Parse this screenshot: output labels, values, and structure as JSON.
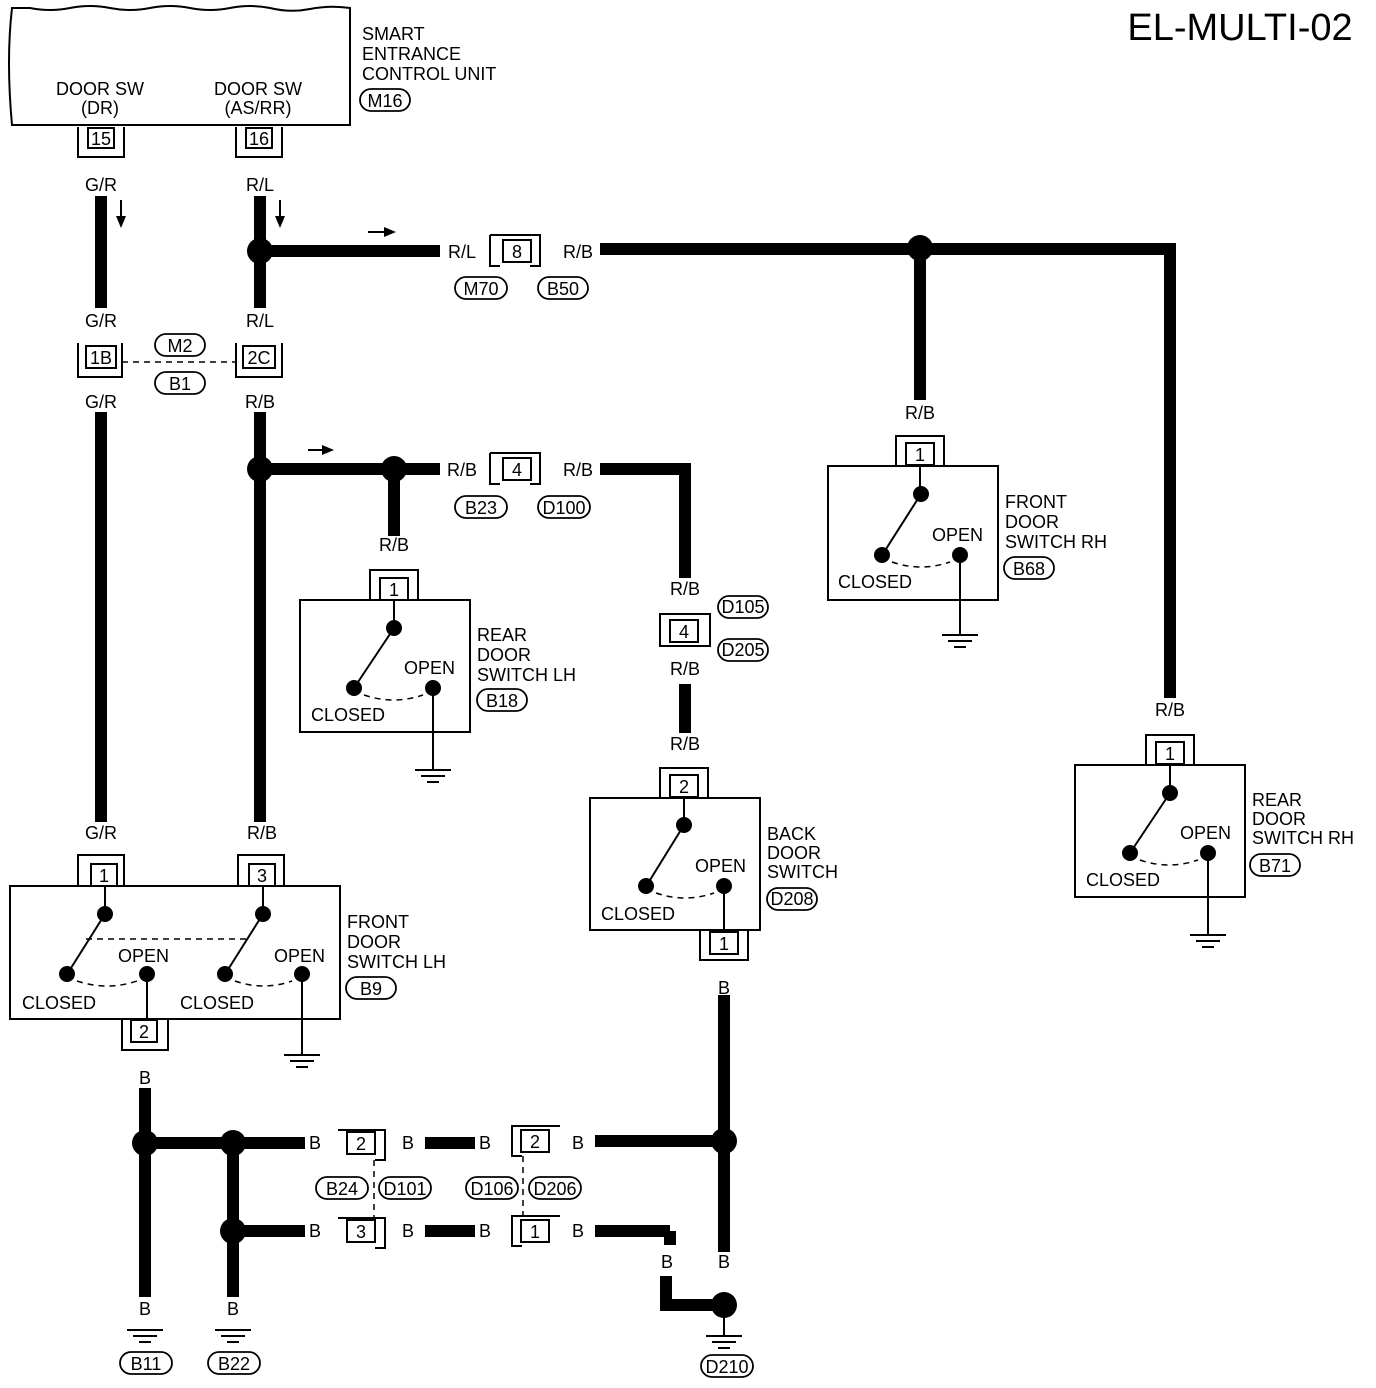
{
  "title": "EL-MULTI-02",
  "control_unit": {
    "name_lines": [
      "SMART",
      "ENTRANCE",
      "CONTROL UNIT"
    ],
    "code": "M16",
    "door_sw_dr": [
      "DOOR SW",
      "(DR)"
    ],
    "door_sw_asrr": [
      "DOOR SW",
      "(AS/RR)"
    ],
    "pin_dr": "15",
    "pin_asrr": "16"
  },
  "wire_colors": {
    "gr": "G/R",
    "rl": "R/L",
    "rb": "R/B",
    "b": "B"
  },
  "connectors": {
    "m70_b50": {
      "pin": "8",
      "left": "M70",
      "right": "B50"
    },
    "m2_b1": {
      "pin_left": "1B",
      "pin_right": "2C",
      "top": "M2",
      "bottom": "B1"
    },
    "b23_d100": {
      "pin": "4",
      "left": "B23",
      "right": "D100"
    },
    "d105_d205": {
      "pin": "4",
      "top": "D105",
      "bottom": "D205"
    },
    "b24_d101": {
      "pin_top": "2",
      "pin_bottom": "3",
      "left": "B24",
      "right": "D101"
    },
    "d106_d206": {
      "pin_top": "2",
      "pin_bottom": "1",
      "left": "D106",
      "right": "D206"
    }
  },
  "switches": {
    "front_rh": {
      "name_lines": [
        "FRONT",
        "DOOR",
        "SWITCH RH"
      ],
      "code": "B68",
      "pin": "1"
    },
    "rear_lh": {
      "name_lines": [
        "REAR",
        "DOOR",
        "SWITCH LH"
      ],
      "code": "B18",
      "pin": "1"
    },
    "back": {
      "name_lines": [
        "BACK",
        "DOOR",
        "SWITCH"
      ],
      "code": "D208",
      "pin_top": "2",
      "pin_bottom": "1"
    },
    "rear_rh": {
      "name_lines": [
        "REAR",
        "DOOR",
        "SWITCH RH"
      ],
      "code": "B71",
      "pin": "1"
    },
    "front_lh": {
      "name_lines": [
        "FRONT",
        "DOOR",
        "SWITCH LH"
      ],
      "code": "B9",
      "pin_a": "1",
      "pin_b": "3",
      "pin_ground": "2"
    }
  },
  "states": {
    "open": "OPEN",
    "closed": "CLOSED"
  },
  "grounds": {
    "g1": "B11",
    "g2": "B22",
    "g3": "D210"
  }
}
